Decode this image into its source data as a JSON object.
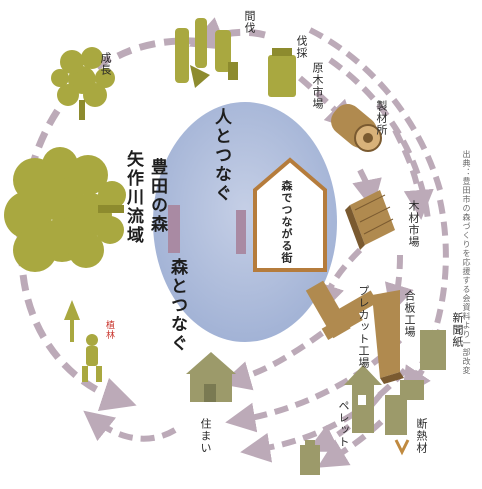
{
  "labels": {
    "growth": "成長",
    "thinning": "間伐",
    "logging": "伐採",
    "log_market": "原木市場",
    "sawmill": "製材所",
    "lumber_market": "木材市場",
    "precut_factory": "プレカット工場",
    "plywood_factory": "合板工場",
    "newspaper": "新聞紙",
    "insulation": "断熱材",
    "pellet": "ペレット",
    "house": "住まい",
    "planting": "植林",
    "forest_line1": "豊田の森",
    "forest_line2": "矢作川流域",
    "center_left": "森とつなぐ",
    "center_right": "人とつなぐ",
    "city": "森でつながる街"
  },
  "caption": "出典：豊田市の森づくりを応援する会資料より一部改変",
  "colors": {
    "tree": "#a9a840",
    "tree_dark": "#8d8b2e",
    "building": "#9c9a6a",
    "wood": "#b08a4f",
    "wood_dark": "#7a5a30",
    "arrow": "#bcaab8",
    "ellipse": "#a7b6d6",
    "house_frame": "#b57c3c"
  }
}
